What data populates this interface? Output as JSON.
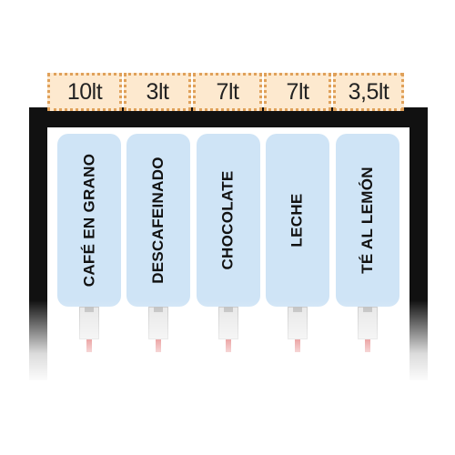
{
  "capacities": [
    "10lt",
    "3lt",
    "7lt",
    "7lt",
    "3,5lt"
  ],
  "products": [
    "CAFÉ EN GRANO",
    "DESCAFEINADO",
    "CHOCOLATE",
    "LECHE",
    "TÉ AL LEMÓN"
  ],
  "colors": {
    "frame": "#111111",
    "cap_fill": "#fde9cf",
    "cap_border": "#e0a15a",
    "canister": "#cfe4f6",
    "nozzle": "#cc1111"
  }
}
